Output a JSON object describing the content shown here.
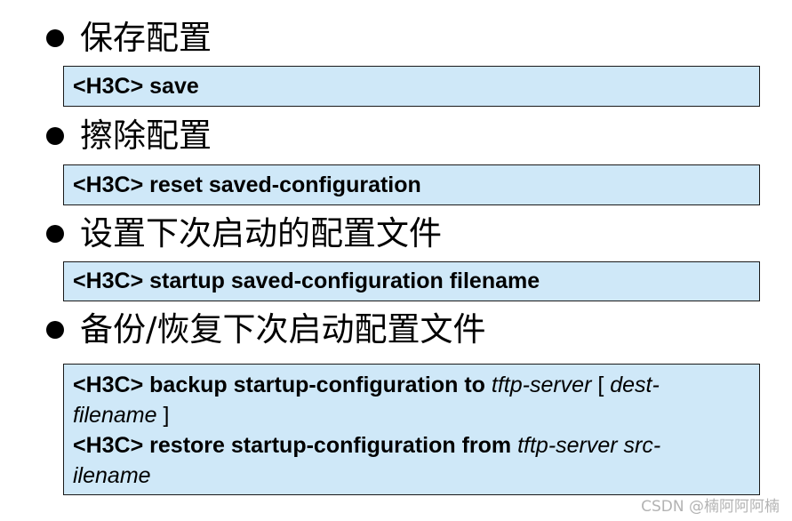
{
  "sections": [
    {
      "title": "保存配置",
      "command": "<H3C> save"
    },
    {
      "title": "擦除配置",
      "command": "<H3C> reset saved-configuration"
    },
    {
      "title": "设置下次启动的配置文件",
      "command": "<H3C> startup saved-configuration filename"
    },
    {
      "title": "备份/恢复下次启动配置文件",
      "backup": {
        "bold": "<H3C> backup startup-configuration to ",
        "arg1": "tftp-server",
        "bracket_open": " [ ",
        "arg2a": "dest-",
        "arg2b": "filename",
        "bracket_close": " ]"
      },
      "restore": {
        "bold": "<H3C> restore startup-configuration from ",
        "arg1": "tftp-server src-",
        "arg2": "ilename"
      }
    }
  ],
  "watermark": "CSDN @楠阿阿阿楠",
  "colors": {
    "box_background": "#cfe8f8",
    "box_border": "#1a1a1a",
    "watermark": "#b3b3b3"
  }
}
